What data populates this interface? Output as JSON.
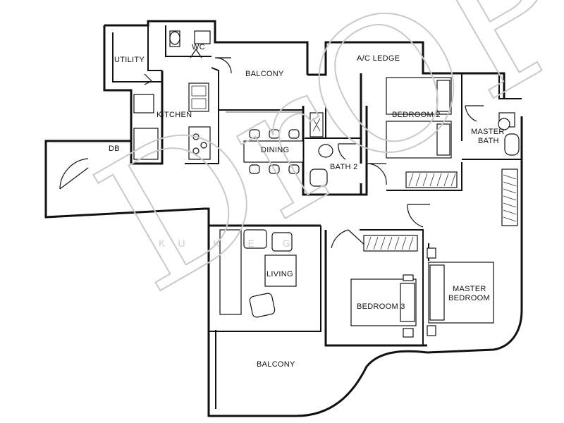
{
  "floorplan": {
    "rooms": {
      "utility": "UTILITY",
      "wc": "WC",
      "balcony_top": "BALCONY",
      "ac_ledge": "A/C LEDGE",
      "kitchen": "KITCHEN",
      "db": "DB",
      "dining": "DINING",
      "bedroom2": "BEDROOM 2",
      "bath2": "BATH 2",
      "master_bath": "MASTER\nBATH",
      "living": "LIVING",
      "bedroom3": "BEDROOM 3",
      "master_bedroom": "MASTER\nBEDROOM",
      "balcony_bottom": "BALCONY"
    },
    "watermark": {
      "logo_letters": "DrOP",
      "subtitle": "KU  K  E  G"
    }
  }
}
